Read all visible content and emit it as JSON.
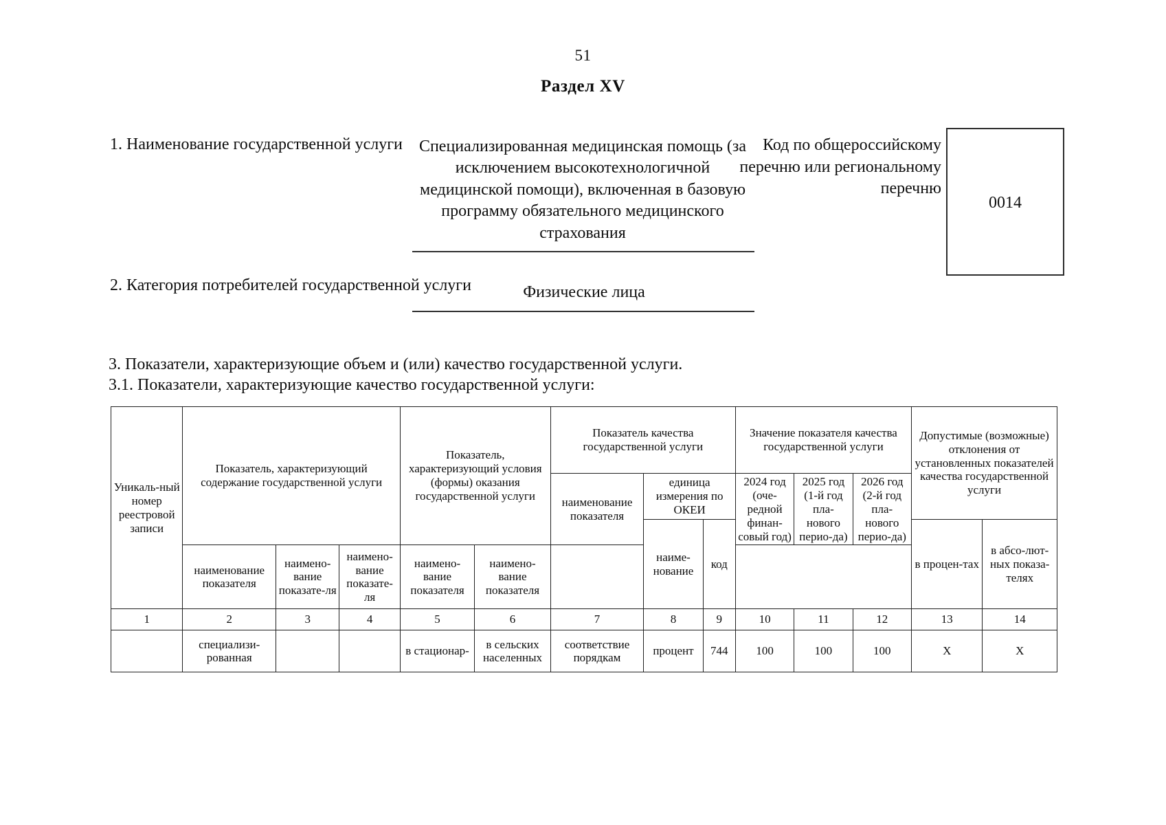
{
  "document": {
    "page_number": "51",
    "section_title": "Раздел XV"
  },
  "block1": {
    "label": "1. Наименование государственной услуги",
    "service_name": "Специализированная медицинская помощь (за исключением высокотехнологичной медицинской помощи), включенная в базовую программу обязательного медицинского страхования",
    "code_label": "Код по общероссийскому перечню или региональному перечню",
    "code_value": "0014"
  },
  "block2": {
    "label": "2. Категория потребителей государственной услуги",
    "value": "Физические лица"
  },
  "block3": {
    "label": "3. Показатели, характеризующие объем и (или) качество государственной услуги.",
    "label_31": "3.1. Показатели, характеризующие качество государственной услуги:"
  },
  "table": {
    "headers": {
      "unique_registry_number": "Уникаль-ный номер реестровой записи",
      "content_indicator": "Показатель, характеризующий содержание государственной услуги",
      "conditions_indicator": "Показатель, характеризующий условия (формы) оказания государственной услуги",
      "quality_indicator": "Показатель качества государственной услуги",
      "indicator_value": "Значение показателя качества государственной услуги",
      "allowable_deviations": "Допустимые (возможные) отклонения от установленных показателей качества государственной услуги",
      "name_of_indicator_full": "наименование показателя",
      "name_of_indicator_hyphen": "наимено-вание показате-ля",
      "name_of_indicator_wrapped": "наимено-вание показателя",
      "unit_of_measure": "единица измерения по ОКЕИ",
      "unit_name": "наиме-нование",
      "unit_code": "код",
      "year_2024": "2024 год (оче-редной финан-совый год)",
      "year_2025": "2025 год (1-й год пла-нового перио-да)",
      "year_2026": "2026 год (2-й год пла-нового перио-да)",
      "in_percent": "в процен-тах",
      "in_absolute": "в абсо-лют-ных показа-телях"
    },
    "column_numbers": [
      "1",
      "2",
      "3",
      "4",
      "5",
      "6",
      "7",
      "8",
      "9",
      "10",
      "11",
      "12",
      "13",
      "14"
    ],
    "rows": [
      {
        "registry_number": "",
        "content_1": "специализи-рованная",
        "content_2": "",
        "content_3": "",
        "conditions_1": "в стационар-",
        "conditions_2": "в сельских населенных",
        "quality_name": "соответствие порядкам",
        "unit_name": "процент",
        "unit_code": "744",
        "v2024": "100",
        "v2025": "100",
        "v2026": "100",
        "dev_percent": "X",
        "dev_absolute": "X"
      }
    ]
  }
}
